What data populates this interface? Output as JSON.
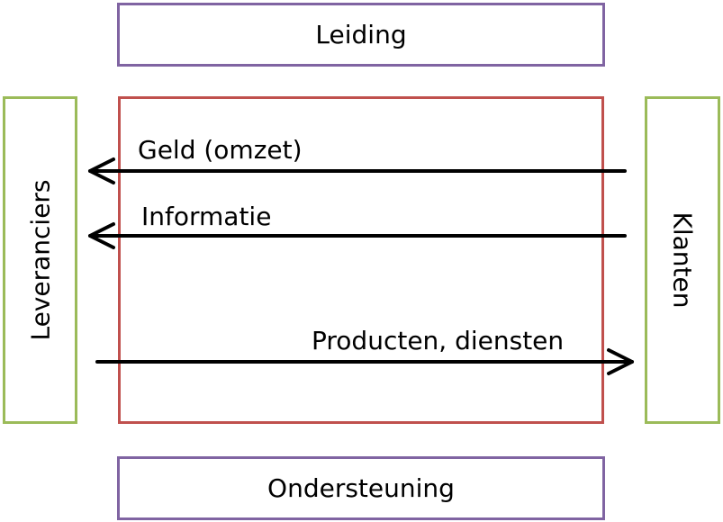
{
  "diagram": {
    "top_box": {
      "label": "Leiding"
    },
    "bottom_box": {
      "label": "Ondersteuning"
    },
    "left_box": {
      "label": "Leveranciers"
    },
    "right_box": {
      "label": "Klanten"
    },
    "flows": [
      {
        "label": "Geld (omzet)",
        "from": "Klanten",
        "to": "Leveranciers"
      },
      {
        "label": "Informatie",
        "from": "Klanten",
        "to": "Leveranciers"
      },
      {
        "label": "Producten, diensten",
        "from": "Leveranciers",
        "to": "Klanten"
      }
    ]
  },
  "colors": {
    "top_bottom_border": "#8064a2",
    "side_border": "#9bbb59",
    "center_border": "#c0504d",
    "arrow": "#000000"
  }
}
